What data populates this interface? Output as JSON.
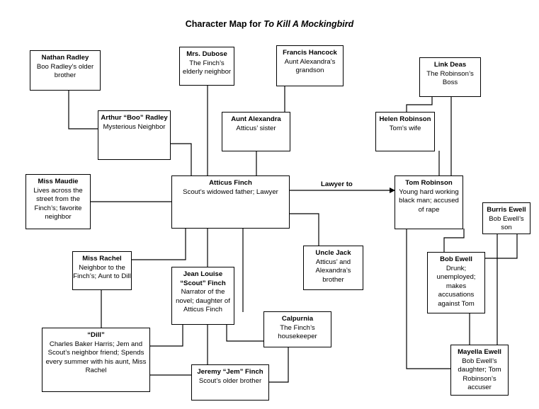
{
  "title": {
    "prefix": "Character Map for ",
    "book": "To Kill A Mockingbird"
  },
  "nodes": {
    "nathan": {
      "name": "Nathan Radley",
      "desc": "Boo Radley’s older brother"
    },
    "boo": {
      "name": "Arthur “Boo” Radley",
      "desc": "Mysterious Neighbor"
    },
    "dubose": {
      "name": "Mrs. Dubose",
      "desc": "The Finch’s elderly neighbor"
    },
    "hancock": {
      "name": "Francis Hancock",
      "desc": "Aunt Alexandra’s grandson"
    },
    "alexandra": {
      "name": "Aunt Alexandra",
      "desc": "Atticus’ sister"
    },
    "linkdeas": {
      "name": "Link Deas",
      "desc": "The Robinson’s Boss"
    },
    "helen": {
      "name": "Helen Robinson",
      "desc": "Tom’s wife"
    },
    "maudie": {
      "name": "Miss Maudie",
      "desc": "Lives across the street from the Finch’s; favorite neighbor"
    },
    "atticus": {
      "name": "Atticus Finch",
      "desc": "Scout’s widowed father; Lawyer"
    },
    "tom": {
      "name": "Tom Robinson",
      "desc": "Young hard working black man; accused of rape"
    },
    "burris": {
      "name": "Burris Ewell",
      "desc": "Bob Ewell’s son"
    },
    "rachel": {
      "name": "Miss Rachel",
      "desc": "Neighbor to the Finch’s; Aunt to Dill"
    },
    "scout": {
      "name": "Jean Louise “Scout” Finch",
      "desc": "Narrator of the novel; daughter of Atticus Finch"
    },
    "jack": {
      "name": "Uncle Jack",
      "desc": "Atticus’ and Alexandra’s brother"
    },
    "bob": {
      "name": "Bob Ewell",
      "desc": "Drunk; unemployed; makes accusations against Tom"
    },
    "calpurnia": {
      "name": "Calpurnia",
      "desc": "The Finch’s housekeeper"
    },
    "dill": {
      "name": "“Dill”",
      "desc": "Charles Baker Harris; Jem and Scout’s neighbor friend; Spends every summer with his aunt, Miss Rachel"
    },
    "jem": {
      "name": "Jeremy “Jem” Finch",
      "desc": "Scout’s older brother"
    },
    "mayella": {
      "name": "Mayella Ewell",
      "desc": "Bob Ewell’s daughter; Tom Robinson’s accuser"
    }
  },
  "edge_label": "Lawyer to"
}
